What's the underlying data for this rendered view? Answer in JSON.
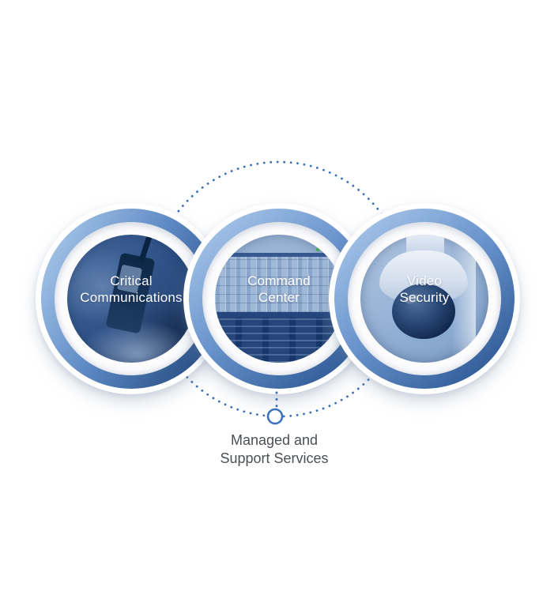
{
  "diagram": {
    "nodes": [
      {
        "line1": "Critical",
        "line2": "Communications",
        "photo": "two-way-radio-photo"
      },
      {
        "line1": "Command",
        "line2": "Center",
        "photo": "control-room-photo"
      },
      {
        "line1": "Video",
        "line2": "Security",
        "photo": "dome-camera-photo"
      }
    ],
    "hub": {
      "line1": "Managed and",
      "line2": "Support Services"
    },
    "colors": {
      "dot_blue": "#3d6fb5",
      "ring_light": "#aac8ea",
      "ring_mid": "#6b95cd",
      "ring_dark": "#2a5591",
      "node_text": "#ffffff",
      "hub_text": "#4b5055",
      "background": "#ffffff"
    }
  }
}
